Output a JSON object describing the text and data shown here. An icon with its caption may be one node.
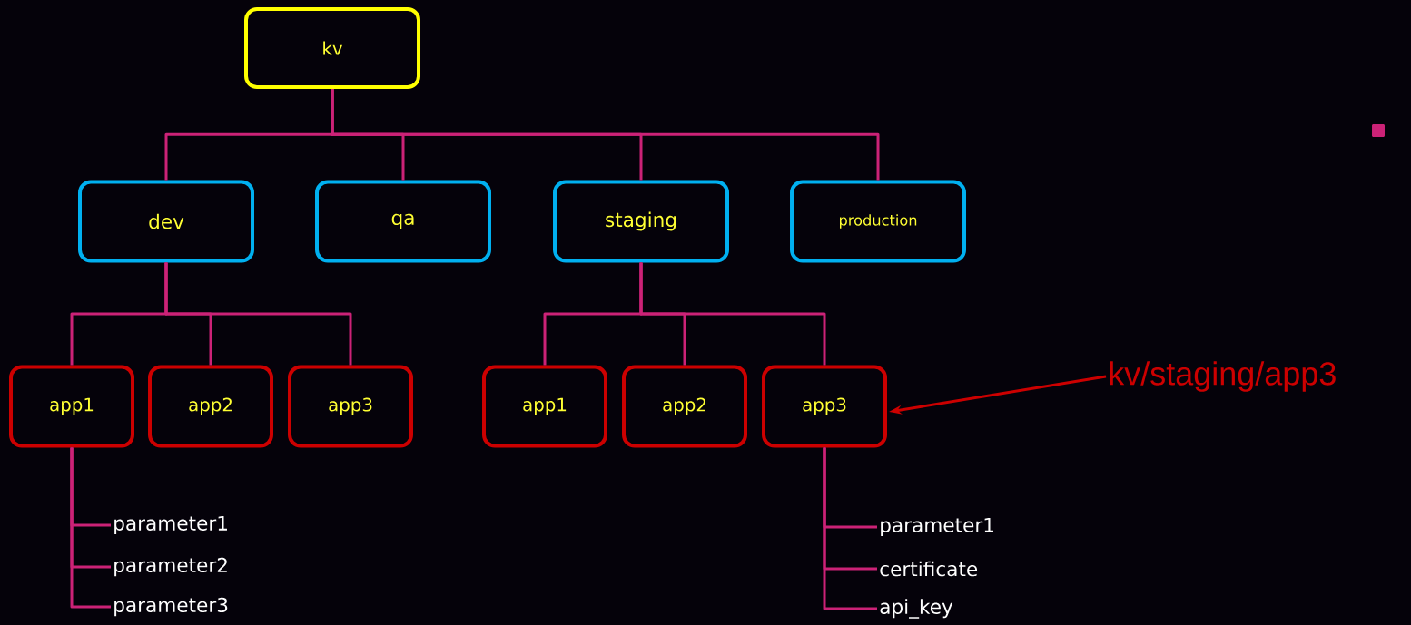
{
  "diagram": {
    "nodes": [
      {
        "text": [
          "kv"
        ]
      },
      {
        "text": [
          "dev"
        ]
      },
      {
        "text": [
          "qa"
        ]
      },
      {
        "text": [
          "staging"
        ]
      },
      {
        "text": [
          "production"
        ]
      },
      {
        "text": [
          "app1"
        ]
      },
      {
        "text": [
          "app2"
        ]
      },
      {
        "text": [
          "app3"
        ]
      },
      {
        "text": [
          "app1"
        ]
      },
      {
        "text": [
          "app2"
        ]
      },
      {
        "text": [
          "app3"
        ]
      },
      {
        "text": [
          "parameter1"
        ]
      },
      {
        "text": [
          "parameter2"
        ]
      },
      {
        "text": [
          "parameter3"
        ]
      },
      {
        "text": [
          "parameter1"
        ]
      },
      {
        "text": [
          "certificate"
        ]
      },
      {
        "text": [
          "api_key"
        ]
      },
      {
        "text": [
          "kv/staging/app3"
        ]
      }
    ],
    "edges": [
      {
        "from": 0,
        "to": 1,
        "arrow": "none"
      },
      {
        "from": 0,
        "to": 2,
        "arrow": "none"
      },
      {
        "from": 0,
        "to": 3,
        "arrow": "none"
      },
      {
        "from": 0,
        "to": 4,
        "arrow": "none"
      },
      {
        "from": 1,
        "to": 5,
        "arrow": "none"
      },
      {
        "from": 1,
        "to": 6,
        "arrow": "none"
      },
      {
        "from": 1,
        "to": 7,
        "arrow": "none"
      },
      {
        "from": 3,
        "to": 8,
        "arrow": "none"
      },
      {
        "from": 3,
        "to": 9,
        "arrow": "none"
      },
      {
        "from": 3,
        "to": 10,
        "arrow": "none"
      },
      {
        "from": 5,
        "to": 11,
        "arrow": "none"
      },
      {
        "from": 5,
        "to": 12,
        "arrow": "none"
      },
      {
        "from": 5,
        "to": 13,
        "arrow": "none"
      },
      {
        "from": 10,
        "to": 14,
        "arrow": "none"
      },
      {
        "from": 10,
        "to": 15,
        "arrow": "none"
      },
      {
        "from": 10,
        "to": 16,
        "arrow": "none"
      },
      {
        "from": 17,
        "to": 10,
        "arrow": "to",
        "color": "#cc0000"
      }
    ]
  }
}
